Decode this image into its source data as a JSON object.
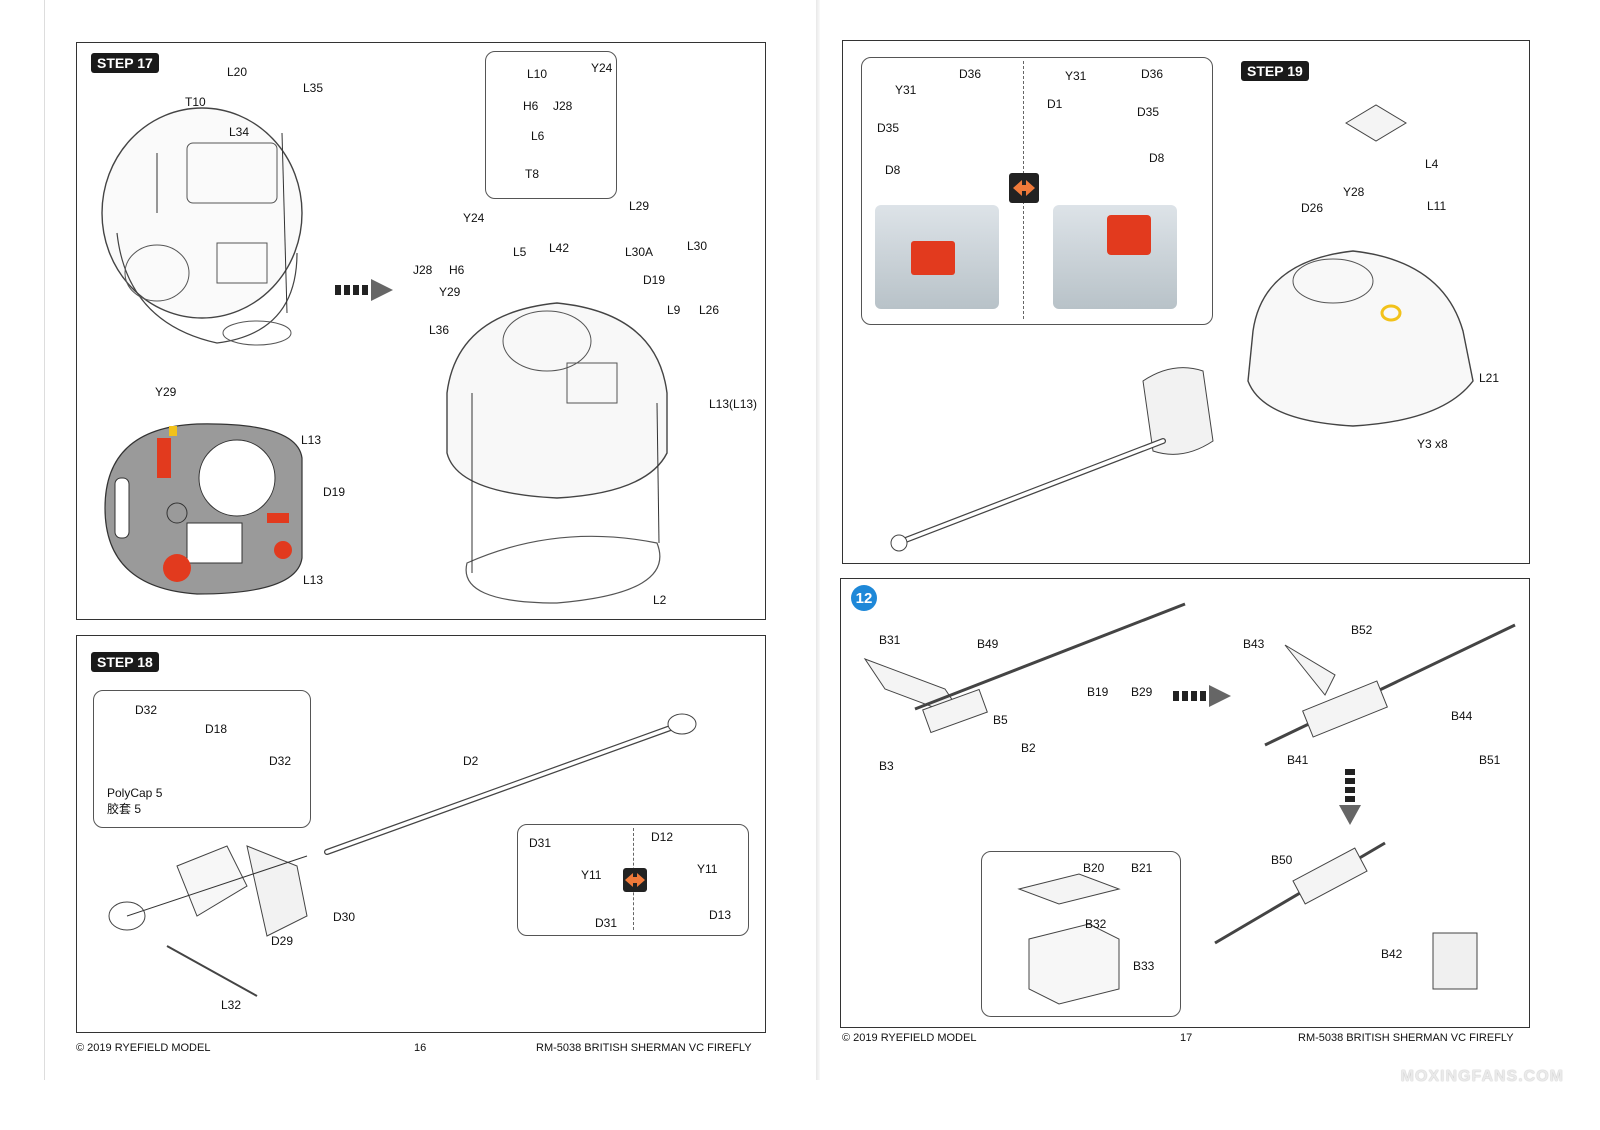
{
  "left_page": {
    "footer": {
      "copyright": "© 2019 RYEFIELD MODEL",
      "page": "16",
      "title": "RM-5038 BRITISH SHERMAN VC FIREFLY"
    },
    "step17": {
      "title": "STEP 17",
      "labels": [
        "L20",
        "L35",
        "T10",
        "L34",
        "L10",
        "Y24",
        "H6",
        "J28",
        "L6",
        "T8",
        "Y24",
        "L29",
        "J28",
        "H6",
        "L5",
        "L42",
        "L30A",
        "L30",
        "Y29",
        "D19",
        "L9",
        "L26",
        "L36",
        "L13(L13)",
        "L2",
        "Y29",
        "L13",
        "D19",
        "L13"
      ]
    },
    "step18": {
      "title": "STEP 18",
      "labels": [
        "D32",
        "D18",
        "D32",
        "PolyCap 5",
        "胶套 5",
        "D2",
        "D31",
        "D12",
        "Y11",
        "Y11",
        "D31",
        "D13",
        "D30",
        "D29",
        "L32"
      ]
    }
  },
  "right_page": {
    "footer": {
      "copyright": "© 2019 RYEFIELD MODEL",
      "page": "17",
      "title": "RM-5038 BRITISH SHERMAN VC FIREFLY"
    },
    "step19": {
      "title": "STEP 19",
      "labels": [
        "Y31",
        "D36",
        "Y31",
        "D36",
        "D35",
        "D1",
        "D35",
        "D8",
        "D8",
        "L4",
        "Y28",
        "D26",
        "L11",
        "L21",
        "Y3 x8"
      ]
    },
    "step12": {
      "number": "12",
      "labels": [
        "B31",
        "B49",
        "B5",
        "B19",
        "B29",
        "B3",
        "B2",
        "B43",
        "B52",
        "B44",
        "B41",
        "B51",
        "B50",
        "B20",
        "B21",
        "B32",
        "B33",
        "B42"
      ]
    },
    "watermark": "MOXINGFANS.COM"
  },
  "colors": {
    "accent_red": "#e23a1e",
    "accent_yellow": "#f2c21a",
    "step19_blue": "#1e88d8"
  }
}
